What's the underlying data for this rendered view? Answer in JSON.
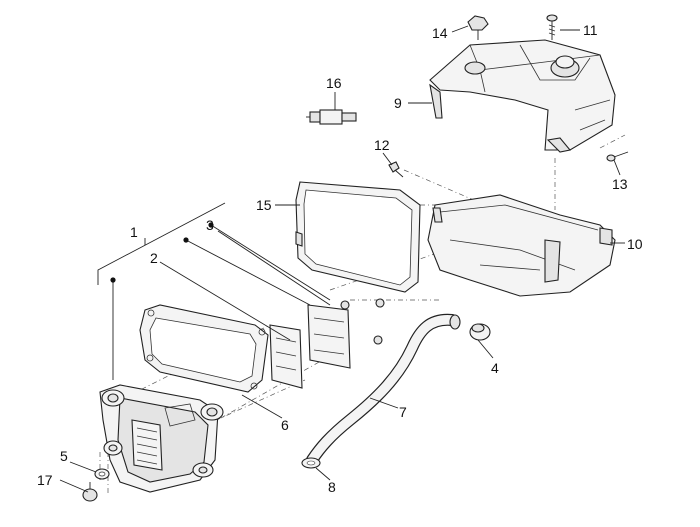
{
  "diagram": {
    "type": "exploded-parts-view",
    "callouts": [
      {
        "id": "c1",
        "label": "1"
      },
      {
        "id": "c2",
        "label": "2"
      },
      {
        "id": "c3",
        "label": "3"
      },
      {
        "id": "c4",
        "label": "4"
      },
      {
        "id": "c5",
        "label": "5"
      },
      {
        "id": "c6",
        "label": "6"
      },
      {
        "id": "c7",
        "label": "7"
      },
      {
        "id": "c8",
        "label": "8"
      },
      {
        "id": "c9",
        "label": "9"
      },
      {
        "id": "c10",
        "label": "10"
      },
      {
        "id": "c11",
        "label": "11"
      },
      {
        "id": "c12",
        "label": "12"
      },
      {
        "id": "c13",
        "label": "13"
      },
      {
        "id": "c14",
        "label": "14"
      },
      {
        "id": "c15",
        "label": "15"
      },
      {
        "id": "c16",
        "label": "16"
      },
      {
        "id": "c17",
        "label": "17"
      }
    ]
  }
}
